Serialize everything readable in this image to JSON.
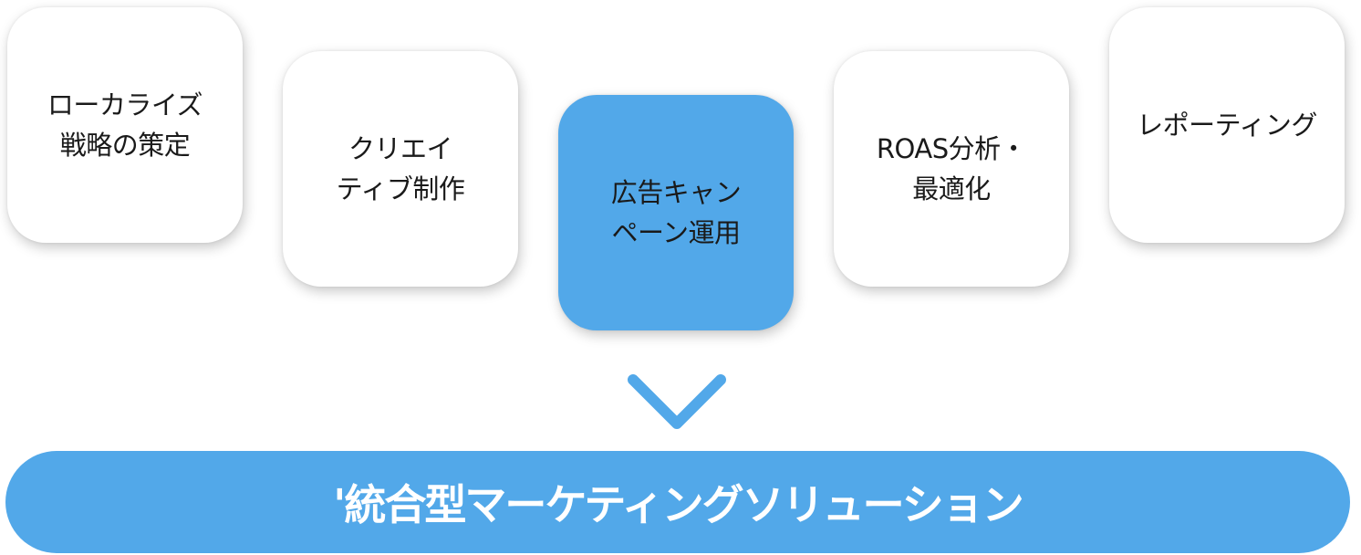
{
  "steps": [
    {
      "lines": [
        "ローカライズ",
        "戦略の策定"
      ],
      "active": false
    },
    {
      "lines": [
        "クリエイ",
        "ティブ制作"
      ],
      "active": false
    },
    {
      "lines": [
        "広告キャン",
        "ペーン運用"
      ],
      "active": true
    },
    {
      "lines": [
        "ROAS分析・",
        "最適化"
      ],
      "active": false
    },
    {
      "lines": [
        "レポーティング"
      ],
      "active": false
    }
  ],
  "arrow_icon": "chevron-down-icon",
  "banner": {
    "text": "'統合型マーケティングソリューション"
  },
  "colors": {
    "accent": "#52a8e9",
    "card": "#ffffff",
    "text": "#1a1a1a",
    "banner_text": "#ffffff"
  }
}
